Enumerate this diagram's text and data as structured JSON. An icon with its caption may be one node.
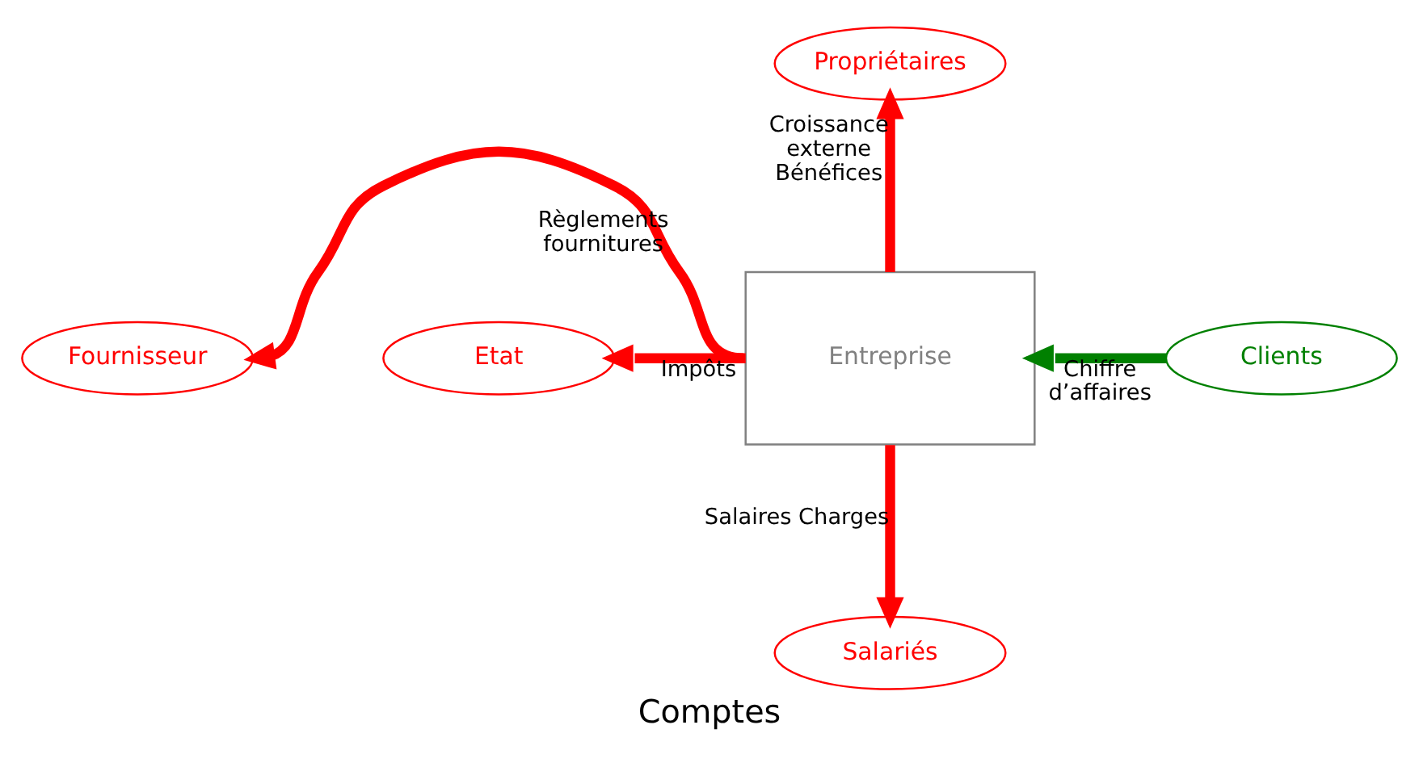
{
  "diagram": {
    "caption": "Comptes",
    "nodes": [
      {
        "text": [
          "Propriétaires"
        ]
      },
      {
        "text": [
          "Fournisseur"
        ]
      },
      {
        "text": [
          "Etat"
        ]
      },
      {
        "text": [
          "Entreprise"
        ]
      },
      {
        "text": [
          "Clients"
        ]
      },
      {
        "text": [
          "Salariés"
        ]
      }
    ],
    "edges": [
      {
        "from": 3,
        "to": 0,
        "arrow": "to",
        "label": "Croissance externe Bénéfices"
      },
      {
        "from": 3,
        "to": 1,
        "arrow": "to",
        "label": "Règlements fournitures"
      },
      {
        "from": 3,
        "to": 2,
        "arrow": "to",
        "label": "Impôts"
      },
      {
        "from": 4,
        "to": 3,
        "arrow": "to",
        "color": "#008000",
        "label": "Chiffre d’affaires"
      },
      {
        "from": 3,
        "to": 5,
        "arrow": "to",
        "label": "Salaires Charges"
      }
    ]
  }
}
